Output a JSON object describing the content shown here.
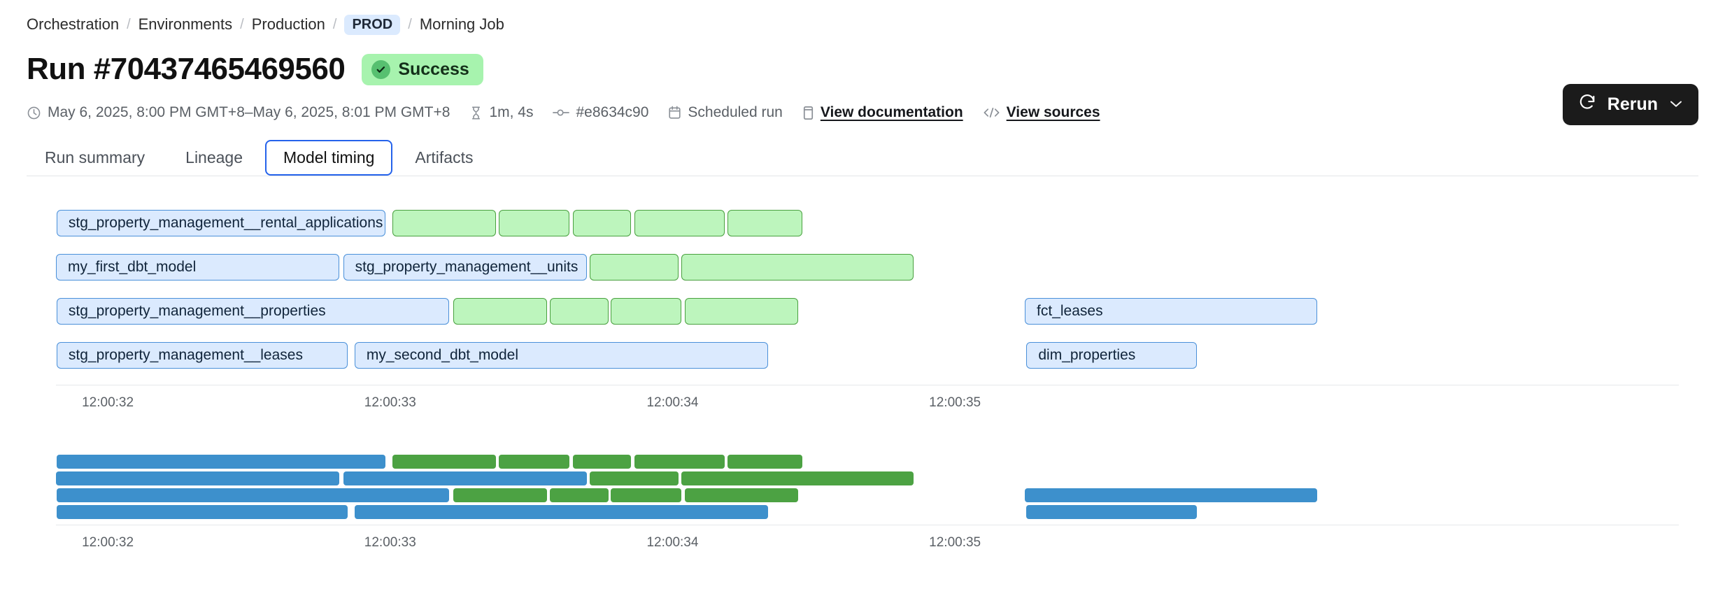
{
  "breadcrumb": {
    "items": [
      {
        "label": "Orchestration",
        "type": "link"
      },
      {
        "label": "Environments",
        "type": "link"
      },
      {
        "label": "Production",
        "type": "link"
      },
      {
        "label": "PROD",
        "type": "badge"
      },
      {
        "label": "Morning Job",
        "type": "text"
      }
    ],
    "separator": "/"
  },
  "header": {
    "title": "Run #70437465469560",
    "status": {
      "label": "Success",
      "color": "#a7f3ae",
      "icon": "check-circle-icon"
    },
    "rerun": {
      "label": "Rerun",
      "icon": "refresh-icon",
      "chevron": "chevron-down-icon"
    }
  },
  "meta": {
    "timerange": "May 6, 2025, 8:00 PM GMT+8–May 6, 2025, 8:01 PM GMT+8",
    "duration": "1m, 4s",
    "commit": "#e8634c90",
    "trigger": "Scheduled run",
    "documentation_link": "View documentation",
    "sources_link": "View sources",
    "icons": {
      "timerange": "clock-icon",
      "duration": "hourglass-icon",
      "commit": "git-commit-icon",
      "trigger": "calendar-icon",
      "documentation": "book-icon",
      "sources": "code-icon"
    }
  },
  "tabs": [
    {
      "label": "Run summary",
      "active": false
    },
    {
      "label": "Lineage",
      "active": false
    },
    {
      "label": "Model timing",
      "active": true
    },
    {
      "label": "Artifacts",
      "active": false
    }
  ],
  "chart_data": {
    "type": "gantt",
    "title": "Model timing",
    "xlabel": "",
    "axis_ticks": [
      "12:00:32",
      "12:00:33",
      "12:00:34",
      "12:00:35"
    ],
    "axis_tick_positions_pct": [
      1.6,
      19.0,
      36.4,
      53.8
    ],
    "lanes": [
      {
        "bars": [
          {
            "label": "stg_property_management__rental_applications",
            "color": "blue",
            "start_pct": 0.04,
            "width_pct": 20.25
          },
          {
            "label": "",
            "color": "green",
            "start_pct": 20.75,
            "width_pct": 6.35
          },
          {
            "label": "",
            "color": "green",
            "start_pct": 27.3,
            "width_pct": 4.35
          },
          {
            "label": "",
            "color": "green",
            "start_pct": 31.85,
            "width_pct": 3.6
          },
          {
            "label": "",
            "color": "green",
            "start_pct": 35.65,
            "width_pct": 5.55
          },
          {
            "label": "",
            "color": "green",
            "start_pct": 41.4,
            "width_pct": 4.6
          }
        ]
      },
      {
        "bars": [
          {
            "label": "my_first_dbt_model",
            "color": "blue",
            "start_pct": 0.0,
            "width_pct": 17.45
          },
          {
            "label": "stg_property_management__units",
            "color": "blue",
            "start_pct": 17.7,
            "width_pct": 15.0
          },
          {
            "label": "",
            "color": "green",
            "start_pct": 32.9,
            "width_pct": 5.45
          },
          {
            "label": "",
            "color": "green",
            "start_pct": 38.55,
            "width_pct": 14.3
          }
        ]
      },
      {
        "bars": [
          {
            "label": "stg_property_management__properties",
            "color": "blue",
            "start_pct": 0.04,
            "width_pct": 24.2
          },
          {
            "label": "",
            "color": "green",
            "start_pct": 24.5,
            "width_pct": 5.75
          },
          {
            "label": "",
            "color": "green",
            "start_pct": 30.45,
            "width_pct": 3.6
          },
          {
            "label": "",
            "color": "green",
            "start_pct": 34.2,
            "width_pct": 4.35
          },
          {
            "label": "",
            "color": "green",
            "start_pct": 38.75,
            "width_pct": 7.0
          },
          {
            "label": "fct_leases",
            "color": "blue",
            "start_pct": 59.7,
            "width_pct": 18.0
          }
        ]
      },
      {
        "bars": [
          {
            "label": "stg_property_management__leases",
            "color": "blue",
            "start_pct": 0.04,
            "width_pct": 17.95
          },
          {
            "label": "my_second_dbt_model",
            "color": "blue",
            "start_pct": 18.4,
            "width_pct": 25.5
          },
          {
            "label": "dim_properties",
            "color": "blue",
            "start_pct": 59.8,
            "width_pct": 10.5
          }
        ]
      }
    ],
    "minimap": {
      "axis_ticks": [
        "12:00:32",
        "12:00:33",
        "12:00:34",
        "12:00:35"
      ],
      "lanes": [
        {
          "bars": [
            {
              "color": "blue",
              "start_pct": 0.04,
              "width_pct": 20.25
            },
            {
              "color": "green",
              "start_pct": 20.75,
              "width_pct": 6.35
            },
            {
              "color": "green",
              "start_pct": 27.3,
              "width_pct": 4.35
            },
            {
              "color": "green",
              "start_pct": 31.85,
              "width_pct": 3.6
            },
            {
              "color": "green",
              "start_pct": 35.65,
              "width_pct": 5.55
            },
            {
              "color": "green",
              "start_pct": 41.4,
              "width_pct": 4.6
            }
          ]
        },
        {
          "bars": [
            {
              "color": "blue",
              "start_pct": 0.0,
              "width_pct": 17.45
            },
            {
              "color": "blue",
              "start_pct": 17.7,
              "width_pct": 15.0
            },
            {
              "color": "green",
              "start_pct": 32.9,
              "width_pct": 5.45
            },
            {
              "color": "green",
              "start_pct": 38.55,
              "width_pct": 14.3
            }
          ]
        },
        {
          "bars": [
            {
              "color": "blue",
              "start_pct": 0.04,
              "width_pct": 24.2
            },
            {
              "color": "green",
              "start_pct": 24.5,
              "width_pct": 5.75
            },
            {
              "color": "green",
              "start_pct": 30.45,
              "width_pct": 3.6
            },
            {
              "color": "green",
              "start_pct": 34.2,
              "width_pct": 4.35
            },
            {
              "color": "green",
              "start_pct": 38.75,
              "width_pct": 7.0
            },
            {
              "color": "blue",
              "start_pct": 59.7,
              "width_pct": 18.0
            }
          ]
        },
        {
          "bars": [
            {
              "color": "blue",
              "start_pct": 0.04,
              "width_pct": 17.95
            },
            {
              "color": "blue",
              "start_pct": 18.4,
              "width_pct": 25.5
            },
            {
              "color": "blue",
              "start_pct": 59.8,
              "width_pct": 10.5
            }
          ]
        }
      ]
    }
  }
}
